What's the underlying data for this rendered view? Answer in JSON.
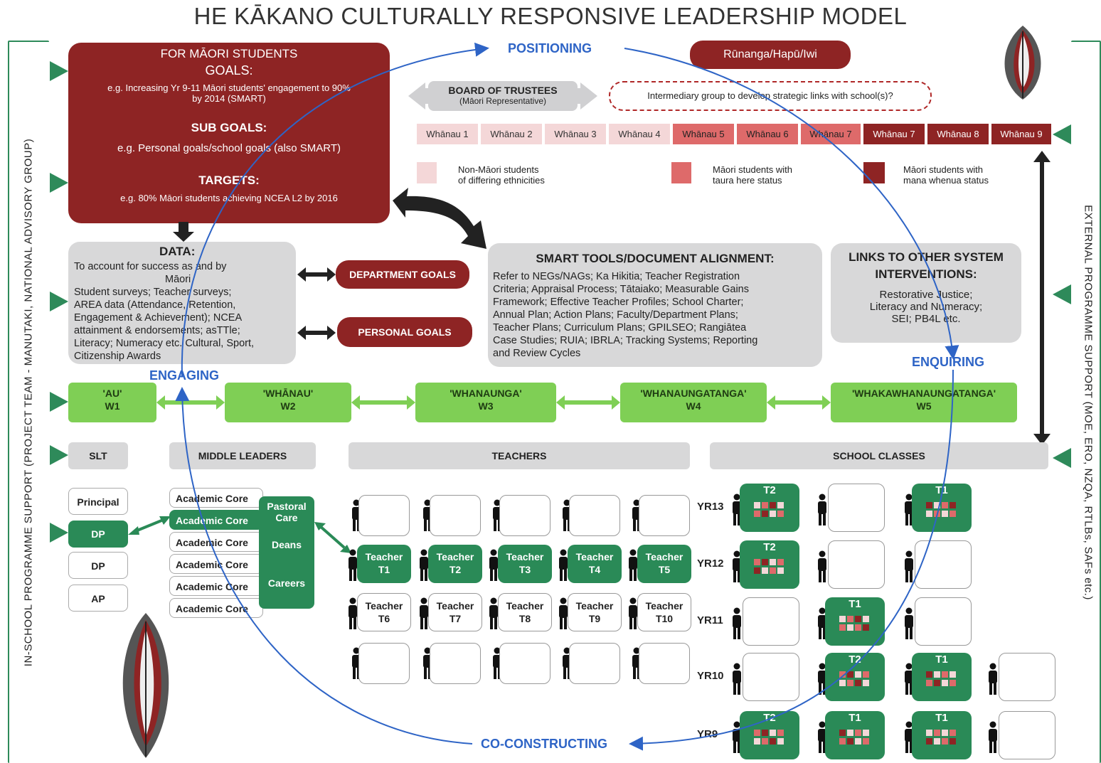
{
  "title": "HE KĀKANO CULTURALLY RESPONSIVE LEADERSHIP MODEL",
  "left_side_label": "IN-SCHOOL PROGRAMME SUPPORT (PROJECT TEAM - MANUTAKI, NATIONAL ADVISORY GROUP)",
  "right_side_label": "EXTERNAL PROGRAMME SUPPORT (MOE, ERO, NZQA, RTLBs, SAFs etc.)",
  "cycle": {
    "positioning": "POSITIONING",
    "enquiring": "ENQUIRING",
    "co_constructing": "CO-CONSTRUCTING",
    "engaging": "ENGAGING"
  },
  "goals": {
    "heading1": "FOR MĀORI STUDENTS",
    "heading2": "GOALS:",
    "goal_example": "e.g. Increasing Yr 9-11 Māori students' engagement to 90%",
    "goal_example2": "by 2014 (SMART)",
    "sub_heading": "SUB GOALS:",
    "sub_example": "e.g. Personal goals/school goals (also SMART)",
    "targets_heading": "TARGETS:",
    "targets_example": "e.g. 80% Māori students achieving NCEA L2 by 2016"
  },
  "runanga": "Rūnanga/Hapū/Iwi",
  "board": {
    "title": "BOARD OF TRUSTEES",
    "sub": "(Māori Representative)"
  },
  "intermediary": "Intermediary group to develop strategic links with school(s)?",
  "whanau": [
    {
      "label": "Whānau 1",
      "kind": "non-maori"
    },
    {
      "label": "Whānau 2",
      "kind": "non-maori"
    },
    {
      "label": "Whānau 3",
      "kind": "non-maori"
    },
    {
      "label": "Whānau 4",
      "kind": "non-maori"
    },
    {
      "label": "Whānau 5",
      "kind": "taura-here"
    },
    {
      "label": "Whānau 6",
      "kind": "taura-here"
    },
    {
      "label": "Whānau 7",
      "kind": "taura-here"
    },
    {
      "label": "Whānau 7",
      "kind": "mana-whenua"
    },
    {
      "label": "Whānau 8",
      "kind": "mana-whenua"
    },
    {
      "label": "Whānau 9",
      "kind": "mana-whenua"
    }
  ],
  "legend": {
    "non_maori_1": "Non-Māori students",
    "non_maori_2": "of differing ethnicities",
    "taura_1": "Māori students with",
    "taura_2": "taura here status",
    "mana_1": "Māori students with",
    "mana_2": "mana whenua status",
    "colors": {
      "non_maori": "#f4d7d8",
      "taura_here": "#de6a6a",
      "mana_whenua": "#8e2424"
    }
  },
  "data_box": {
    "heading": "DATA:",
    "line1": "To account for success as and by",
    "line2": "Māori",
    "line3": "Student surveys; Teacher surveys;",
    "line4": "AREA data (Attendance, Retention,",
    "line5": "Engagement & Achievement); NCEA",
    "line6": "attainment & endorsements; asTTle;",
    "line7": "Literacy; Numeracy etc. Cultural, Sport,",
    "line8": "Citizenship Awards"
  },
  "department_goals": "DEPARTMENT GOALS",
  "personal_goals": "PERSONAL GOALS",
  "smart_tools": {
    "heading": "SMART TOOLS/DOCUMENT ALIGNMENT:",
    "lines": [
      "Refer to NEGs/NAGs; Ka Hikitia; Teacher Registration",
      "Criteria; Appraisal Process; Tātaiako; Measurable Gains",
      "Framework; Effective Teacher Profiles; School Charter;",
      "Annual Plan; Action Plans; Faculty/Department Plans;",
      "Teacher Plans; Curriculum Plans; GPILSEO; Rangiātea",
      "Case Studies; RUIA; IBRLA; Tracking Systems; Reporting",
      "and Review Cycles"
    ]
  },
  "links": {
    "heading1": "LINKS TO OTHER SYSTEM",
    "heading2": "INTERVENTIONS:",
    "line1": "Restorative Justice;",
    "line2": "Literacy and Numeracy;",
    "line3": "SEI; PB4L etc."
  },
  "w_stages": [
    {
      "name": "'AU'",
      "code": "W1"
    },
    {
      "name": "'WHĀNAU'",
      "code": "W2"
    },
    {
      "name": "'WHANAUNGA'",
      "code": "W3"
    },
    {
      "name": "'WHANAUNGATANGA'",
      "code": "W4"
    },
    {
      "name": "'WHAKAWHANAUNGATANGA'",
      "code": "W5"
    }
  ],
  "headers": {
    "slt": "SLT",
    "middle": "MIDDLE LEADERS",
    "teachers": "TEACHERS",
    "classes": "SCHOOL CLASSES"
  },
  "slt": [
    "Principal",
    "DP",
    "DP",
    "AP"
  ],
  "academic_core": [
    "Academic Core",
    "Academic Core",
    "Academic Core",
    "Academic Core",
    "Academic Core",
    "Academic Core"
  ],
  "pastoral": {
    "p1": "Pastoral",
    "p2": "Care",
    "deans": "Deans",
    "careers": "Careers"
  },
  "teachers_green": [
    {
      "l1": "Teacher",
      "l2": "T1"
    },
    {
      "l1": "Teacher",
      "l2": "T2"
    },
    {
      "l1": "Teacher",
      "l2": "T3"
    },
    {
      "l1": "Teacher",
      "l2": "T4"
    },
    {
      "l1": "Teacher",
      "l2": "T5"
    }
  ],
  "teachers_white": [
    {
      "l1": "Teacher",
      "l2": "T6"
    },
    {
      "l1": "Teacher",
      "l2": "T7"
    },
    {
      "l1": "Teacher",
      "l2": "T8"
    },
    {
      "l1": "Teacher",
      "l2": "T9"
    },
    {
      "l1": "Teacher",
      "l2": "T10"
    }
  ],
  "years": [
    "YR13",
    "YR12",
    "YR11",
    "YR10",
    "YR9"
  ],
  "classes": {
    "yr13_c1": "T2",
    "yr13_c3": "T1",
    "yr12_c1": "T2",
    "yr11_c2": "T1",
    "yr10_c2": "T2",
    "yr10_c3": "T1",
    "yr9_c1": "T2",
    "yr9_c2": "T1",
    "yr9_c3": "T1"
  }
}
